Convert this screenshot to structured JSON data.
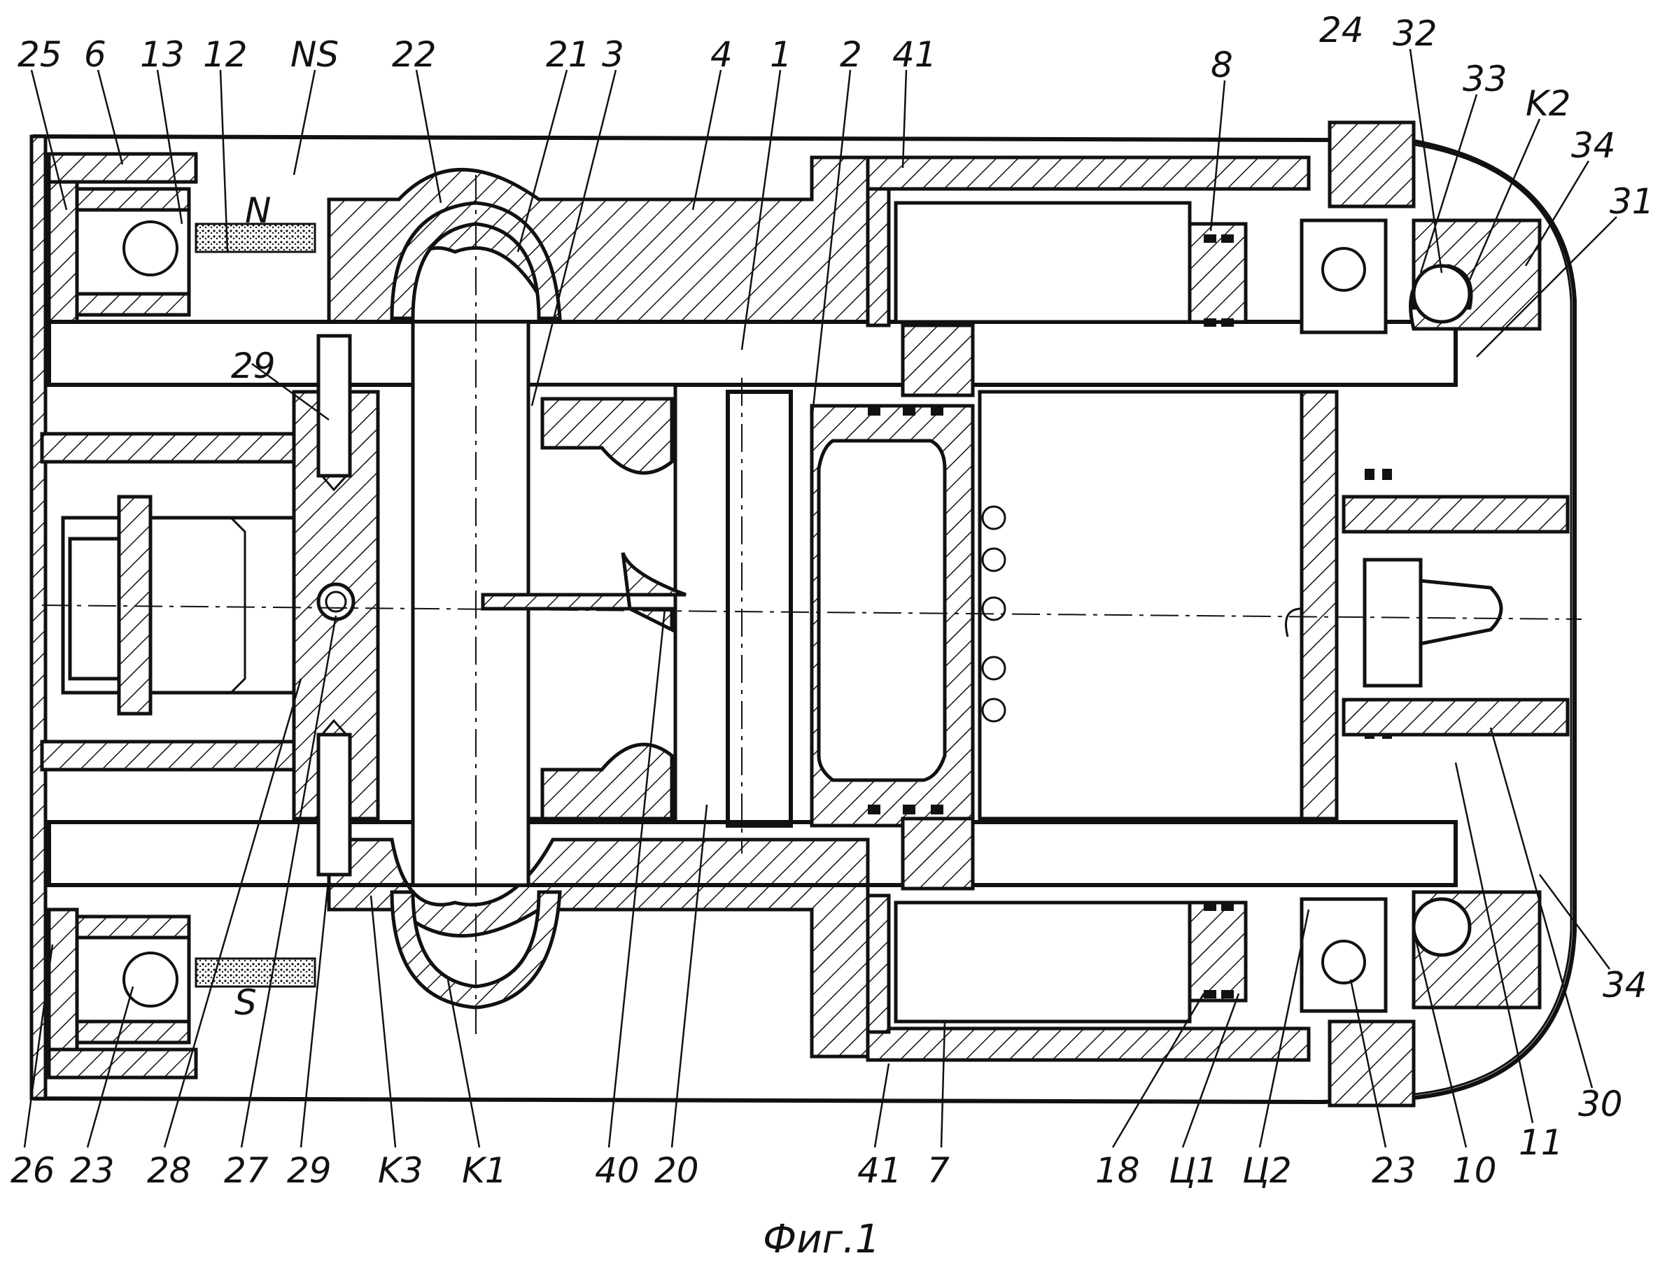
{
  "caption": "Фиг.1",
  "top_labels": [
    "25",
    "6",
    "13",
    "12",
    "NS",
    "22",
    "21",
    "3",
    "4",
    "1",
    "2",
    "41",
    "8",
    "24",
    "32",
    "33",
    "K2",
    "34",
    "31",
    "29"
  ],
  "bottom_labels": [
    "26",
    "23",
    "28",
    "27",
    "29",
    "K3",
    "K1",
    "40",
    "20",
    "41",
    "7",
    "18",
    "Ц1",
    "Ц2",
    "23",
    "10",
    "11",
    "30",
    "34"
  ],
  "magnet_marks": [
    "N",
    "S"
  ]
}
